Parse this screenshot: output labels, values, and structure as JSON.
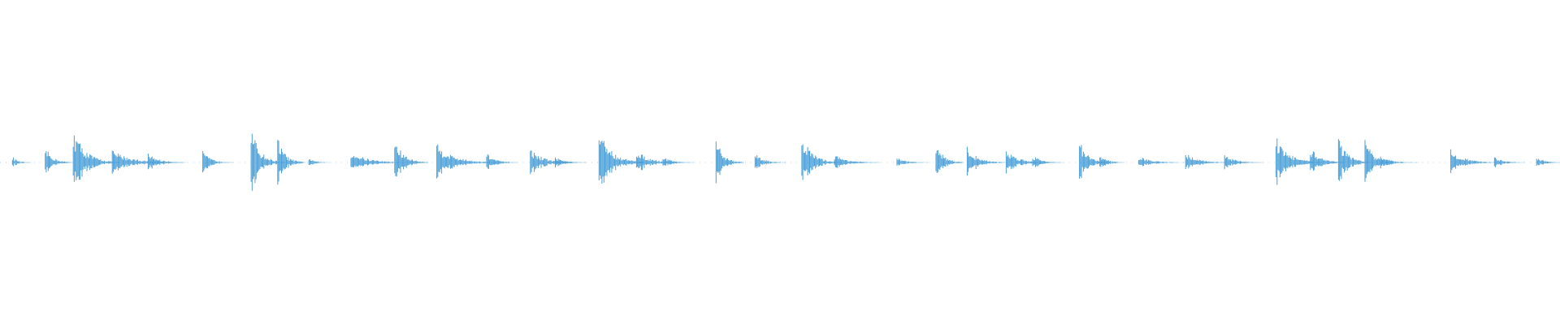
{
  "waveform": {
    "color": "#4a9fd9",
    "background": "#ffffff",
    "duration_units": 1,
    "amplitude_range": [
      -1,
      1
    ],
    "bursts": [
      {
        "t": 0.008,
        "amp": 0.04,
        "len": 0.012
      },
      {
        "t": 0.029,
        "amp": 0.1,
        "len": 0.018
      },
      {
        "t": 0.047,
        "amp": 0.22,
        "len": 0.03
      },
      {
        "t": 0.072,
        "amp": 0.08,
        "len": 0.045
      },
      {
        "t": 0.095,
        "amp": 0.06,
        "len": 0.025
      },
      {
        "t": 0.13,
        "amp": 0.07,
        "len": 0.02
      },
      {
        "t": 0.161,
        "amp": 0.22,
        "len": 0.022
      },
      {
        "t": 0.178,
        "amp": 0.16,
        "len": 0.018
      },
      {
        "t": 0.198,
        "amp": 0.03,
        "len": 0.014
      },
      {
        "t": 0.225,
        "amp": 0.07,
        "len": 0.04
      },
      {
        "t": 0.253,
        "amp": 0.15,
        "len": 0.022
      },
      {
        "t": 0.28,
        "amp": 0.12,
        "len": 0.04
      },
      {
        "t": 0.312,
        "amp": 0.06,
        "len": 0.02
      },
      {
        "t": 0.34,
        "amp": 0.09,
        "len": 0.03
      },
      {
        "t": 0.356,
        "amp": 0.04,
        "len": 0.02
      },
      {
        "t": 0.384,
        "amp": 0.22,
        "len": 0.03
      },
      {
        "t": 0.408,
        "amp": 0.08,
        "len": 0.03
      },
      {
        "t": 0.425,
        "amp": 0.04,
        "len": 0.02
      },
      {
        "t": 0.459,
        "amp": 0.15,
        "len": 0.018
      },
      {
        "t": 0.484,
        "amp": 0.06,
        "len": 0.02
      },
      {
        "t": 0.514,
        "amp": 0.18,
        "len": 0.025
      },
      {
        "t": 0.535,
        "amp": 0.05,
        "len": 0.03
      },
      {
        "t": 0.575,
        "amp": 0.03,
        "len": 0.022
      },
      {
        "t": 0.6,
        "amp": 0.14,
        "len": 0.018
      },
      {
        "t": 0.62,
        "amp": 0.1,
        "len": 0.025
      },
      {
        "t": 0.645,
        "amp": 0.08,
        "len": 0.03
      },
      {
        "t": 0.662,
        "amp": 0.05,
        "len": 0.02
      },
      {
        "t": 0.692,
        "amp": 0.14,
        "len": 0.02
      },
      {
        "t": 0.705,
        "amp": 0.06,
        "len": 0.016
      },
      {
        "t": 0.73,
        "amp": 0.04,
        "len": 0.03
      },
      {
        "t": 0.76,
        "amp": 0.06,
        "len": 0.03
      },
      {
        "t": 0.785,
        "amp": 0.05,
        "len": 0.025
      },
      {
        "t": 0.818,
        "amp": 0.17,
        "len": 0.03
      },
      {
        "t": 0.84,
        "amp": 0.1,
        "len": 0.025
      },
      {
        "t": 0.858,
        "amp": 0.16,
        "len": 0.022
      },
      {
        "t": 0.875,
        "amp": 0.16,
        "len": 0.02
      },
      {
        "t": 0.885,
        "amp": 0.04,
        "len": 0.025
      },
      {
        "t": 0.93,
        "amp": 0.09,
        "len": 0.03
      },
      {
        "t": 0.958,
        "amp": 0.04,
        "len": 0.02
      },
      {
        "t": 0.985,
        "amp": 0.03,
        "len": 0.02
      }
    ]
  }
}
